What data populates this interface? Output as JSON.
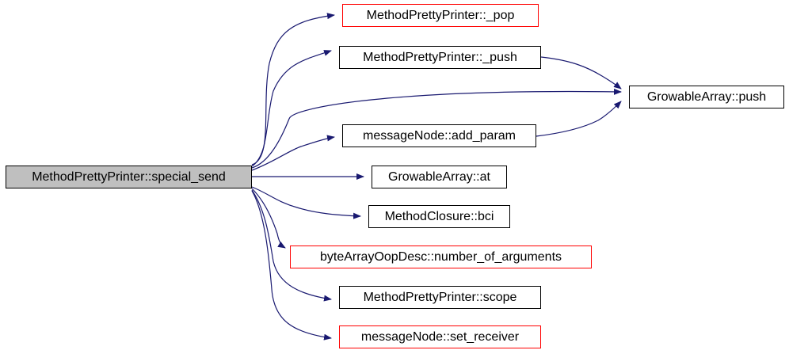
{
  "graph": {
    "root": "MethodPrettyPrinter::special_send",
    "nodes": [
      {
        "key": "pop",
        "label": "MethodPrettyPrinter::_pop",
        "border": "#ff0000"
      },
      {
        "key": "push",
        "label": "MethodPrettyPrinter::_push",
        "border": "#000000"
      },
      {
        "key": "ga_push",
        "label": "GrowableArray::push",
        "border": "#000000"
      },
      {
        "key": "add_param",
        "label": "messageNode::add_param",
        "border": "#000000"
      },
      {
        "key": "ga_at",
        "label": "GrowableArray::at",
        "border": "#000000"
      },
      {
        "key": "bci",
        "label": "MethodClosure::bci",
        "border": "#000000"
      },
      {
        "key": "nargs",
        "label": "byteArrayOopDesc::number_of_arguments",
        "border": "#ff0000"
      },
      {
        "key": "scope",
        "label": "MethodPrettyPrinter::scope",
        "border": "#000000"
      },
      {
        "key": "set_receiver",
        "label": "messageNode::set_receiver",
        "border": "#ff0000"
      }
    ],
    "edges": [
      [
        "root",
        "pop"
      ],
      [
        "root",
        "push"
      ],
      [
        "root",
        "ga_push"
      ],
      [
        "root",
        "add_param"
      ],
      [
        "root",
        "ga_at"
      ],
      [
        "root",
        "bci"
      ],
      [
        "root",
        "nargs"
      ],
      [
        "root",
        "scope"
      ],
      [
        "root",
        "set_receiver"
      ],
      [
        "push",
        "ga_push"
      ],
      [
        "add_param",
        "ga_push"
      ]
    ],
    "colors": {
      "edge": "#191970",
      "root_fill": "#bfbfbf",
      "leaf_fill": "#ffffff"
    }
  }
}
